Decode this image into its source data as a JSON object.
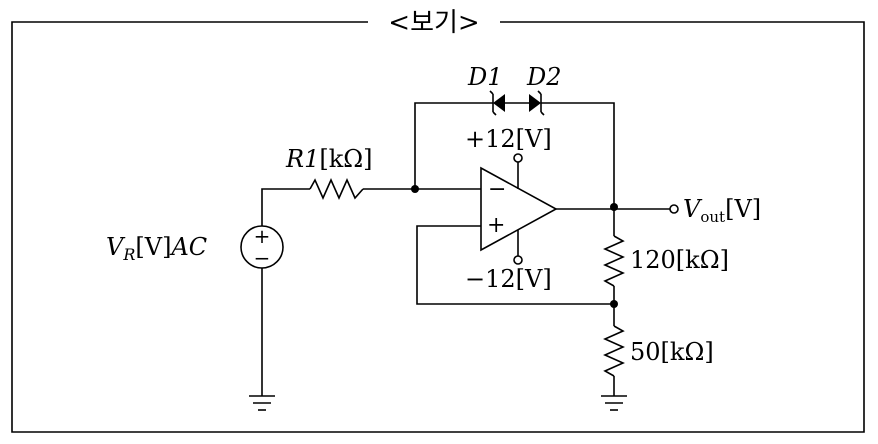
{
  "header": {
    "title": "<보기>"
  },
  "circuit": {
    "source": {
      "label_v": "V",
      "label_r": "R",
      "label_rest": "[V]",
      "label_ac": "AC",
      "plus": "+",
      "minus": "−"
    },
    "r1": {
      "name": "R1",
      "unit": "[kΩ]"
    },
    "diodes": {
      "d1": "D1",
      "d2": "D2"
    },
    "opamp": {
      "supply_pos": "+12[V]",
      "supply_neg": "−12[V]",
      "inv": "−",
      "noninv": "+"
    },
    "output": {
      "v": "V",
      "sub": "out",
      "unit": "[V]"
    },
    "r_top": {
      "label": "120[kΩ]"
    },
    "r_bottom": {
      "label": "50[kΩ]"
    }
  }
}
